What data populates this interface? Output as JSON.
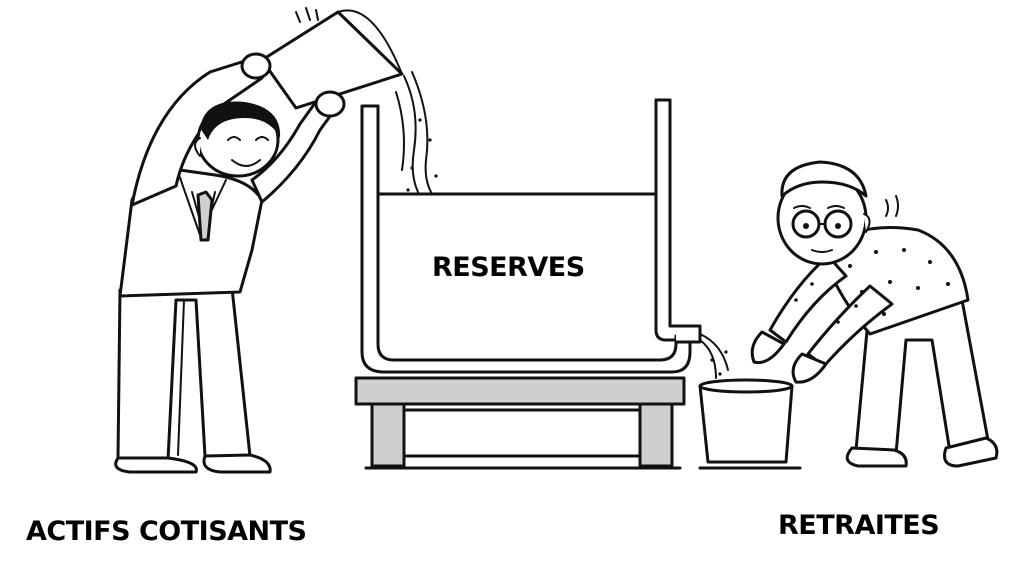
{
  "labels": {
    "reserves": "RESERVES",
    "actifs": "ACTIFS COTISANTS",
    "retraites": "RETRAITES"
  },
  "icons": {
    "worker": "worker-pouring-bucket-icon",
    "tank": "water-tank-icon",
    "retiree": "retiree-filling-bucket-icon"
  },
  "colors": {
    "ink": "#111111",
    "background": "#ffffff"
  }
}
